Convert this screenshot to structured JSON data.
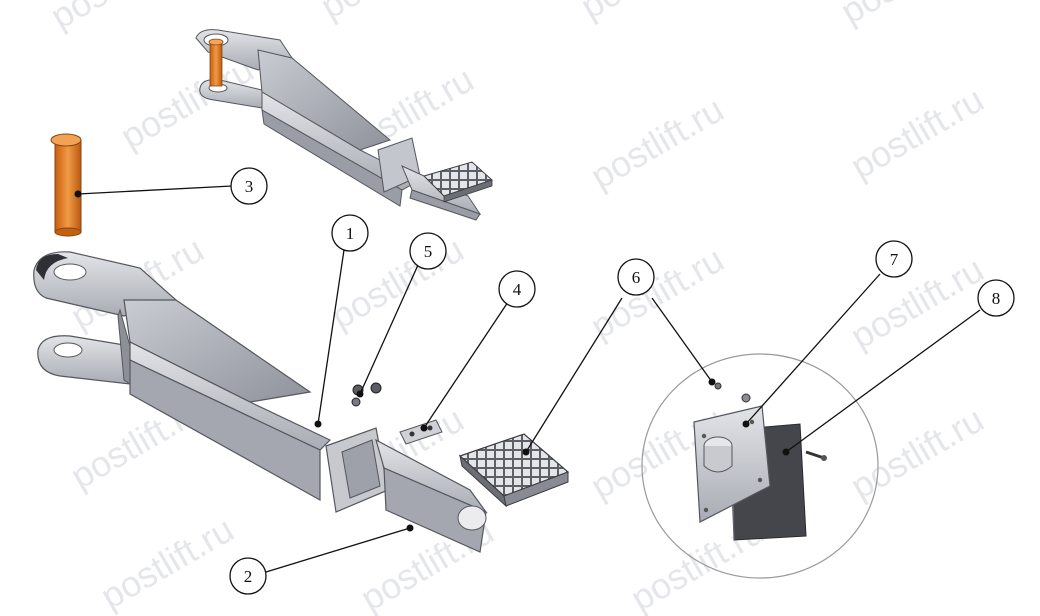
{
  "watermark": "postlift.ru",
  "callouts": [
    {
      "number": "1"
    },
    {
      "number": "2"
    },
    {
      "number": "3"
    },
    {
      "number": "4"
    },
    {
      "number": "5"
    },
    {
      "number": "6"
    },
    {
      "number": "7"
    },
    {
      "number": "8"
    }
  ],
  "colors": {
    "steel_light": "#d7d9de",
    "steel_mid": "#b7bac2",
    "steel_dark": "#8d9099",
    "pin_orange": "#e07b22",
    "pad_dark": "#4a4b50",
    "leader": "#111111"
  }
}
